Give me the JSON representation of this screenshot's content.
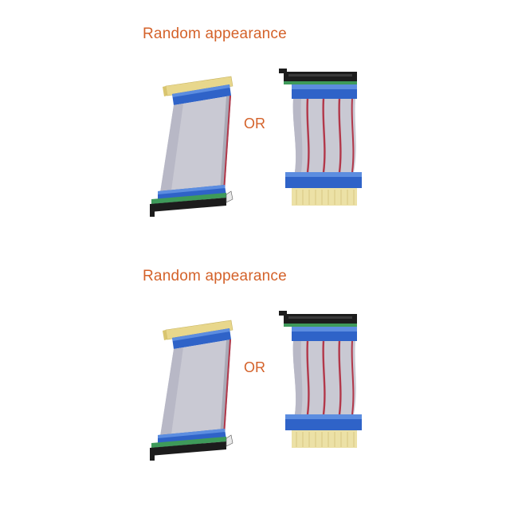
{
  "panels": [
    {
      "caption": "Random appearance",
      "or_text": "OR"
    },
    {
      "caption": "Random appearance",
      "or_text": "OR"
    }
  ],
  "colors": {
    "caption_text": "#d4622a",
    "cable_gray": "#c9c9d3",
    "cable_shadow": "#a9a9b6",
    "red_stripe": "#b2384a",
    "sleeve_blue": "#2f63c8",
    "sleeve_light": "#5c8de0",
    "slot_black": "#1c1c1c",
    "gold_fingers": "#e8d78c",
    "pcb_green": "#3e9a5a"
  },
  "icons": {
    "left_product": "angled-riser-cable",
    "right_product": "straight-riser-cable-with-red-wires"
  }
}
